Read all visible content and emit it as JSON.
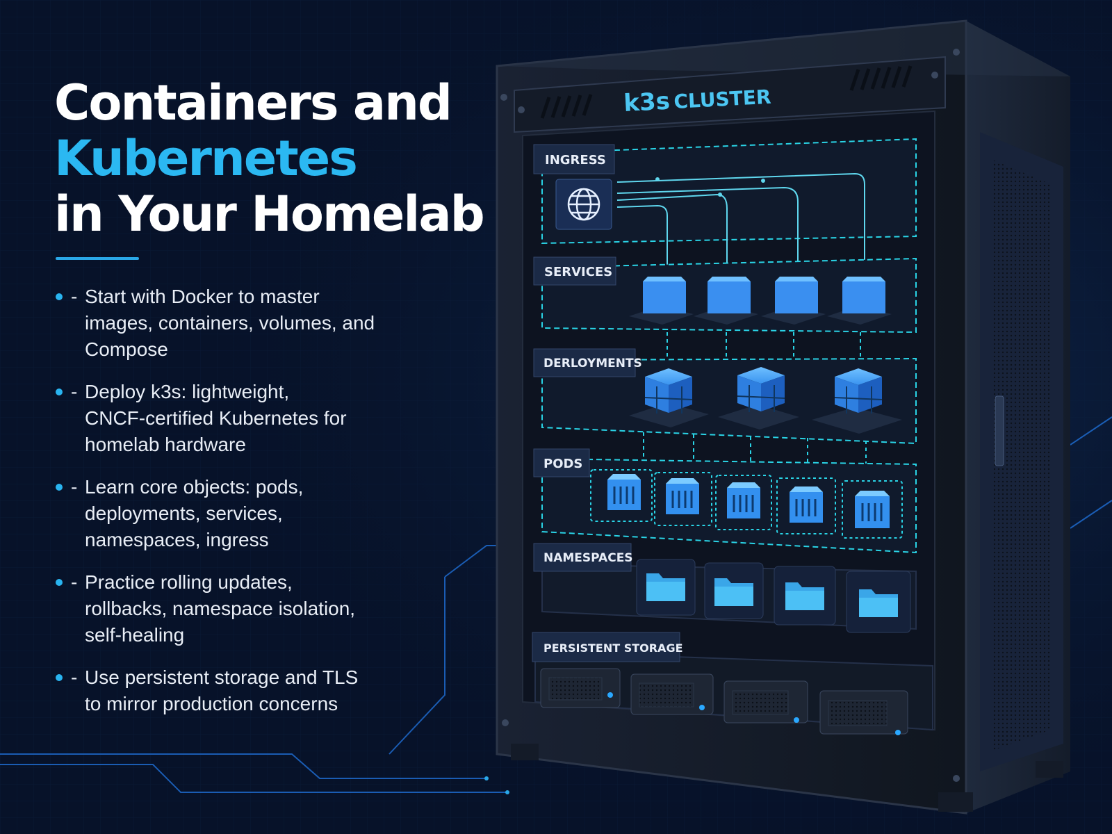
{
  "title": {
    "line1": "Containers and",
    "line2": "Kubernetes",
    "line3": "in Your Homelab"
  },
  "bullets": [
    {
      "dash": "-",
      "text": "Start with Docker to master images, containers, volumes, and Compose",
      "lines": [
        "Start with Docker to master",
        "images, containers, volumes, and",
        "Compose"
      ]
    },
    {
      "dash": "-",
      "text": "Deploy k3s: lightweight, CNCF-certified Kubernetes for homelab hardware",
      "lines": [
        "Deploy k3s: lightweight,",
        "CNCF-certified Kubernetes for",
        "homelab hardware"
      ]
    },
    {
      "dash": "-",
      "text": "Learn core objects: pods, deployments, services, namespaces, ingress",
      "lines": [
        "Learn core objects: pods,",
        "deployments, services,",
        "namespaces, ingress"
      ]
    },
    {
      "dash": "-",
      "text": "Practice rolling updates, rollbacks, namespace isolation, self-healing",
      "lines": [
        "Practice rolling updates,",
        "rollbacks, namespace isolation,",
        "self-healing"
      ]
    },
    {
      "dash": "-",
      "text": "Use persistent storage and TLS to mirror production concerns",
      "lines": [
        "Use persistent storage and TLS",
        "to mirror production concerns"
      ]
    }
  ],
  "rack": {
    "header": {
      "brand": "k3s",
      "label": "CLUSTER"
    },
    "layers": {
      "ingress": "INGRESS",
      "services": "SERVICES",
      "deployments": "DERLOYMENTS",
      "pods": "PODS",
      "namespaces": "NAMESPACES",
      "storage": "PERSISTENT STORAGE"
    },
    "icons": {
      "ingress": "globe-icon",
      "services": "cube-icon",
      "deployments": "cube-cluster-icon",
      "pods": "container-icon",
      "namespaces": "folder-icon",
      "storage": "drive-icon"
    }
  },
  "colors": {
    "background": "#071229",
    "accent": "#2bb8f2",
    "cyan_dashed": "#2ad4e6",
    "cube_blue": "#2f84e8"
  }
}
